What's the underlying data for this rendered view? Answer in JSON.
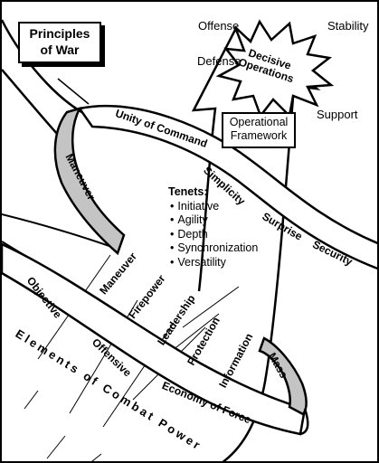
{
  "principles_box": {
    "line1": "Principles",
    "line2": "of War"
  },
  "decisive_operations": {
    "line1": "Decisive",
    "line2": "Operations"
  },
  "operations": {
    "offense": "Offense",
    "defense": "Defense",
    "stability": "Stability",
    "support": "Support"
  },
  "framework_box": {
    "line1": "Operational",
    "line2": "Framework"
  },
  "ribbon_upper": [
    "Unity of Command",
    "Simplicity",
    "Surprise",
    "Security"
  ],
  "ribbon_band": {
    "left": "Maneuver",
    "right": "Mass"
  },
  "ribbon_lower": [
    "Objective",
    "Offensive",
    "Economy of Force"
  ],
  "tenets": {
    "heading": "Tenets:",
    "items": [
      "Initiative",
      "Agility",
      "Depth",
      "Synchronization",
      "Versatility"
    ]
  },
  "elements": [
    "Maneuver",
    "Firepower",
    "Leadership",
    "Protection",
    "Information"
  ],
  "elements_title": "Elements of Combat Power"
}
